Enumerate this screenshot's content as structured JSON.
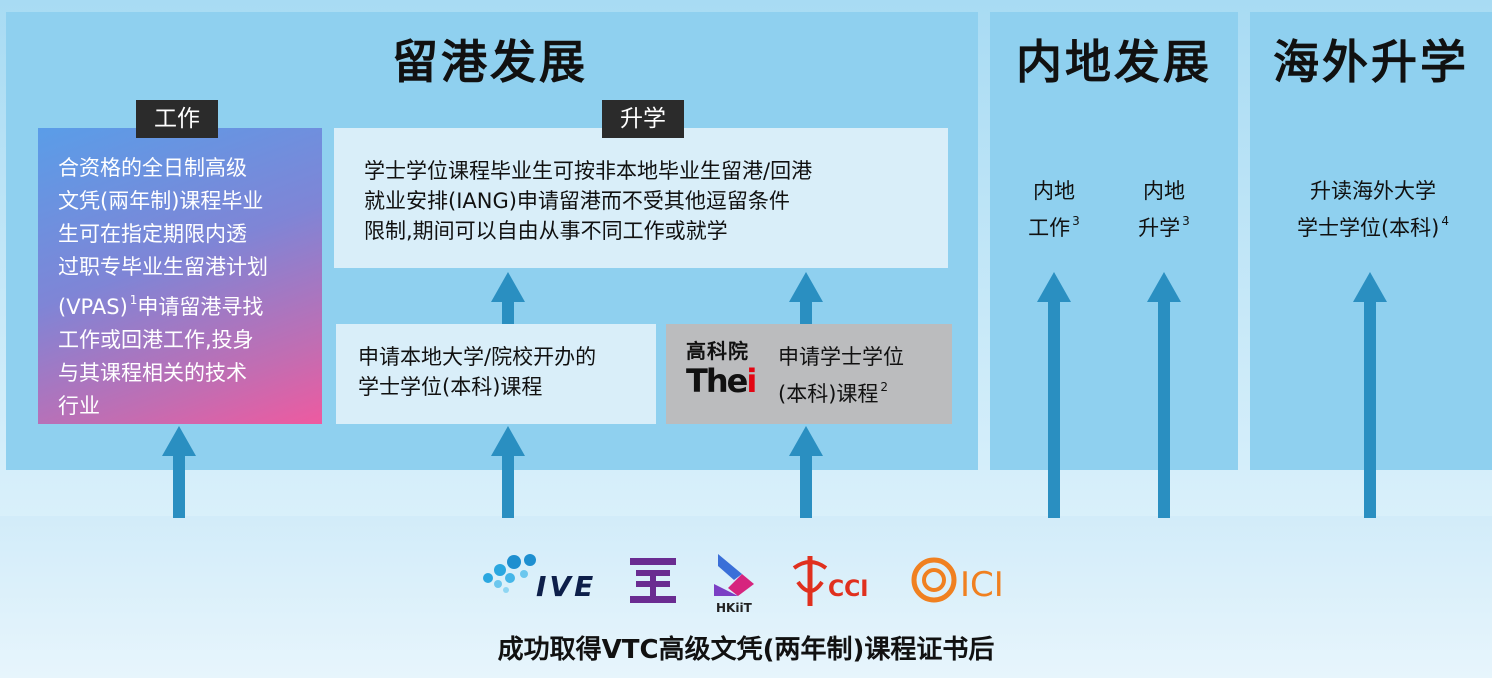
{
  "sections": {
    "hk": {
      "title": "留港发展"
    },
    "mainland": {
      "title": "内地发展"
    },
    "overseas": {
      "title": "海外升学"
    }
  },
  "tags": {
    "work": "工作",
    "study": "升学"
  },
  "work_box": {
    "lines": [
      "合资格的全日制高级",
      "文凭(兩年制)课程毕业",
      "生可在指定期限内透",
      "过职专毕业生留港计划",
      "(VPAS)",
      "申请留港寻找",
      "工作或回港工作,投身",
      "与其课程相关的技术",
      "行业"
    ],
    "note": "1"
  },
  "iang_box": {
    "lines": [
      "学士学位课程毕业生可按非本地毕业生留港/回港",
      "就业安排(IANG)申请留港而不受其他逗留条件",
      "限制,期间可以自由从事不同工作或就学"
    ]
  },
  "local_box": {
    "lines": [
      "申请本地大学/院校开办的",
      "学士学位(本科)课程"
    ]
  },
  "thei_box": {
    "logo_cn": "高科院",
    "logo_en": "The",
    "logo_en_i": "i",
    "line1": "申请学士学位",
    "line2": "(本科)课程",
    "note": "2"
  },
  "mainland": {
    "work": {
      "line1": "内地",
      "line2": "工作",
      "note": "3"
    },
    "study": {
      "line1": "内地",
      "line2": "升学",
      "note": "3"
    }
  },
  "overseas": {
    "line1": "升读海外大学",
    "line2": "学士学位(本科)",
    "note": "4"
  },
  "logos": {
    "ive": "IVE",
    "hkiit": "HKiiT",
    "cci1": "CCI",
    "ici": "ICI"
  },
  "footer": {
    "caption": "成功取得VTC高级文凭(两年制)课程证书后"
  },
  "colors": {
    "panel": "#8fd0ef",
    "arrow": "#2a8fc1",
    "tag": "#2b2b2b",
    "thei_red": "#e30613"
  }
}
